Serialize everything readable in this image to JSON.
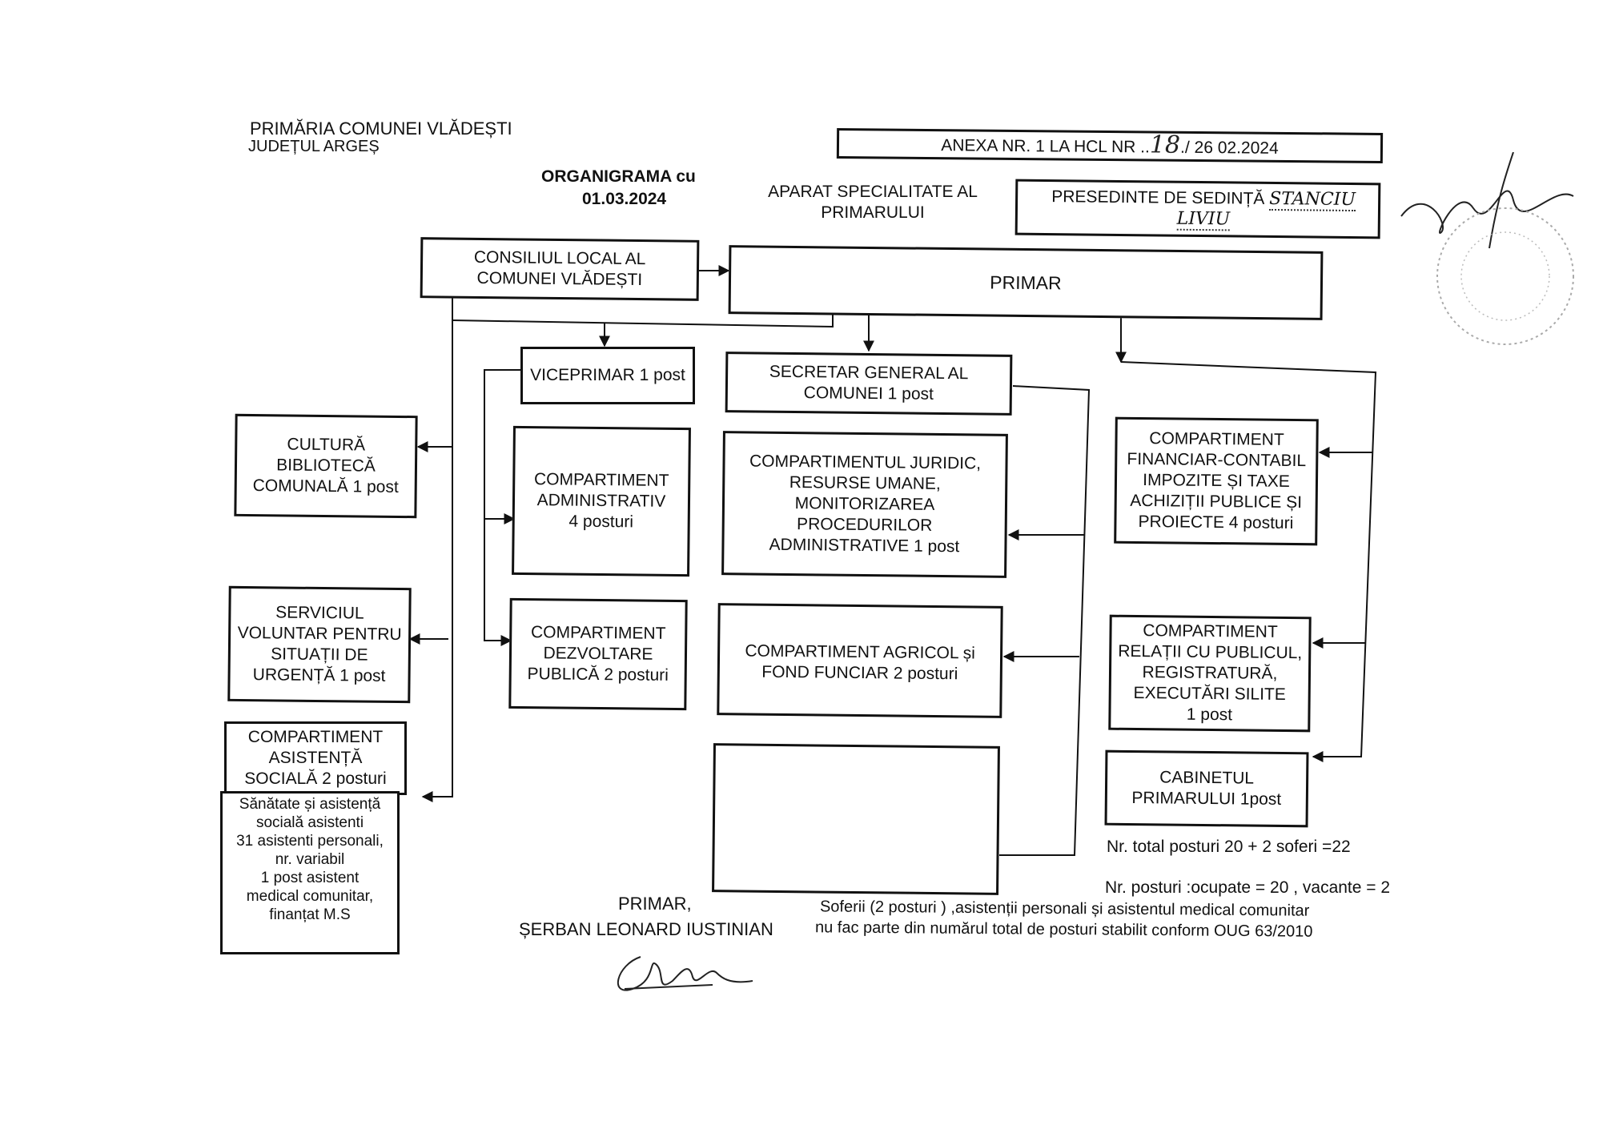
{
  "header": {
    "institution": "PRIMĂRIA COMUNEI VLĂDEȘTI",
    "county": "JUDEȚUL ARGEȘ",
    "title_line1": "ORGANIGRAMA  cu",
    "title_line2": "01.03.2024",
    "annex_prefix": "ANEXA NR. 1 LA HCL NR ..",
    "annex_number": "18",
    "annex_suffix": "./ 26 02.2024",
    "aparat": "APARAT SPECIALITATE AL\nPRIMARULUI",
    "presedinte_label": "PRESEDINTE DE SEDINȚĂ",
    "presedinte_name": "STANCIU LIVIU"
  },
  "boxes": {
    "consiliu": "CONSILIUL LOCAL AL\nCOMUNEI VLĂDEȘTI",
    "primar": "PRIMAR",
    "viceprimar": "VICEPRIMAR 1 post",
    "secretar": "SECRETAR GENERAL AL\nCOMUNEI  1 post",
    "cultura": "CULTURĂ\nBIBLIOTECĂ\nCOMUNALĂ 1 post",
    "serviciu_voluntar": "SERVICIUL\nVOLUNTAR PENTRU\nSITUAȚII DE\nURGENȚĂ 1 post",
    "asistenta_sociala": "COMPARTIMENT\nASISTENȚĂ\nSOCIALĂ 2 posturi",
    "sanatate": "Sănătate și asistență\nsocială asistenti\n31 asistenti personali,\nnr. variabil\n1 post asistent\nmedical comunitar,\nfinanțat M.S",
    "administrativ": "COMPARTIMENT\nADMINISTRATIV\n4 posturi",
    "dezvoltare": "COMPARTIMENT\nDEZVOLTARE\nPUBLICĂ  2 posturi",
    "juridic": "COMPARTIMENTUL JURIDIC,\nRESURSE UMANE,\nMONITORIZAREA\nPROCEDURILOR\nADMINISTRATIVE 1 post",
    "agricol": "COMPARTIMENT AGRICOL și\nFOND FUNCIAR 2 posturi",
    "financiar": "COMPARTIMENT\nFINANCIAR-CONTABIL\nIMPOZITE ȘI TAXE\nACHIZIȚII PUBLICE ȘI\nPROIECTE 4 posturi",
    "relatii": "COMPARTIMENT\nRELAȚII CU PUBLICUL,\nREGISTRATURĂ,\nEXECUTĂRI SILITE\n1 post",
    "cabinet": "CABINETUL\nPRIMARULUI 1post"
  },
  "notes": {
    "total": "Nr. total posturi 20 + 2 soferi =22",
    "ocupate": "Nr. posturi :ocupate = 20 , vacante = 2",
    "soferi_line1": "Soferii (2 posturi ) ,asistenții personali și asistentul medical comunitar",
    "soferi_line2": "nu fac parte din numărul total de posturi stabilit conform OUG 63/2010"
  },
  "footer": {
    "role": "PRIMAR,",
    "name": "ȘERBAN LEONARD IUSTINIAN"
  }
}
